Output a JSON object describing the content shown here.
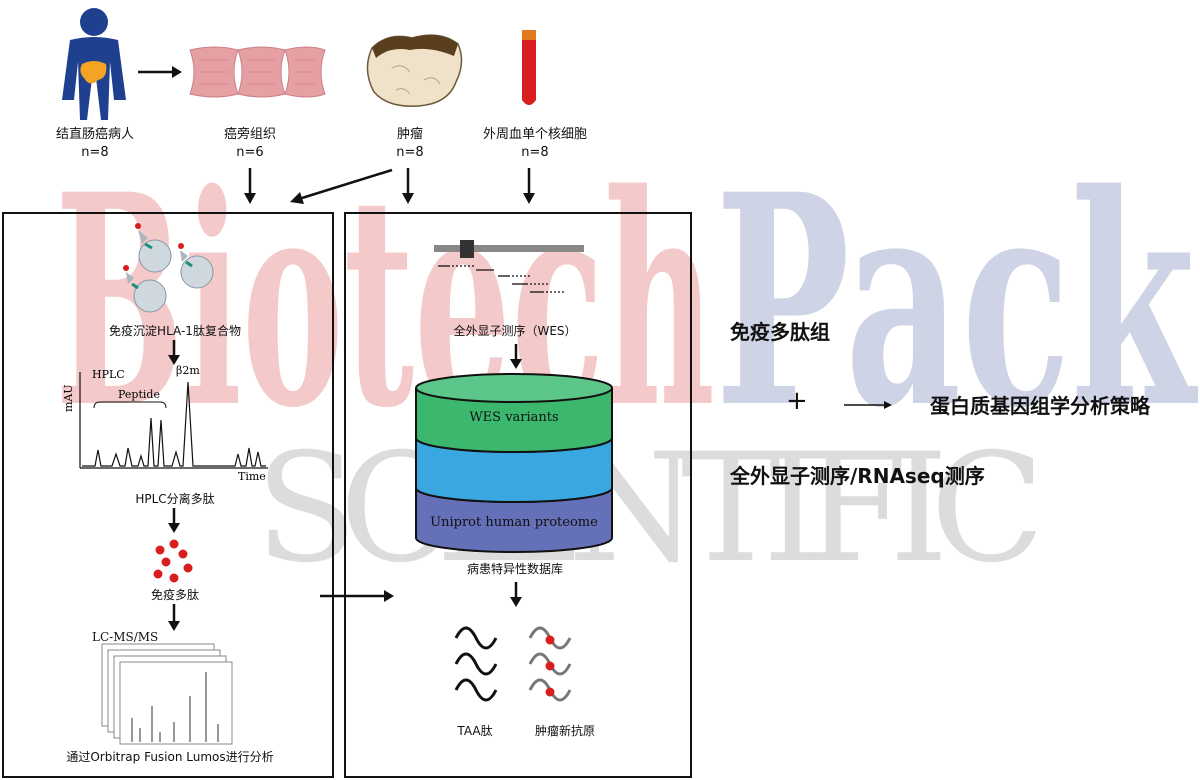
{
  "watermark": {
    "brand1": "Biotech",
    "brand2": "Pack",
    "sub": "SCIENTIFIC"
  },
  "top": {
    "patient": {
      "label": "结直肠癌病人",
      "n": "n=8"
    },
    "para": {
      "label": "癌旁组织",
      "n": "n=6"
    },
    "tumor": {
      "label": "肿瘤",
      "n": "n=8"
    },
    "blood": {
      "label": "外周血单个核细胞",
      "n": "n=8"
    }
  },
  "left_panel": {
    "ip_label": "免疫沉淀HLA-1肽复合物",
    "chrom": {
      "y_axis": "mAU",
      "hplc": "HPLC",
      "peptide": "Peptide",
      "b2m": "β2m",
      "time": "Time"
    },
    "hplc_label": "HPLC分离多肽",
    "peptides_label": "免疫多肽",
    "lcms": "LC-MS/MS",
    "bottom_label": "通过Orbitrap Fusion Lumos进行分析"
  },
  "right_panel": {
    "wes_label": "全外显子测序（WES）",
    "db_layers": [
      "WES variants",
      "",
      "Uniprot human proteome"
    ],
    "db_label": "病患特异性数据库",
    "taa": "TAA肽",
    "neo": "肿瘤新抗原"
  },
  "side": {
    "line1": "免疫多肽组",
    "plus": "+",
    "line2": "蛋白质基因组学分析策略",
    "line3": "全外显子测序/RNAseq测序"
  },
  "colors": {
    "wm_red": "#f4c9c9",
    "wm_blue": "#cfd3e6",
    "wm_gray": "#dcdcdc",
    "db_green": "#3cb86e",
    "db_blue": "#3aa8e0",
    "db_purple": "#6470b8",
    "blood": "#d81e1e",
    "peptide_red": "#d81e1e",
    "colon": "#e6a0a4",
    "tumor": "#efe2c8"
  }
}
